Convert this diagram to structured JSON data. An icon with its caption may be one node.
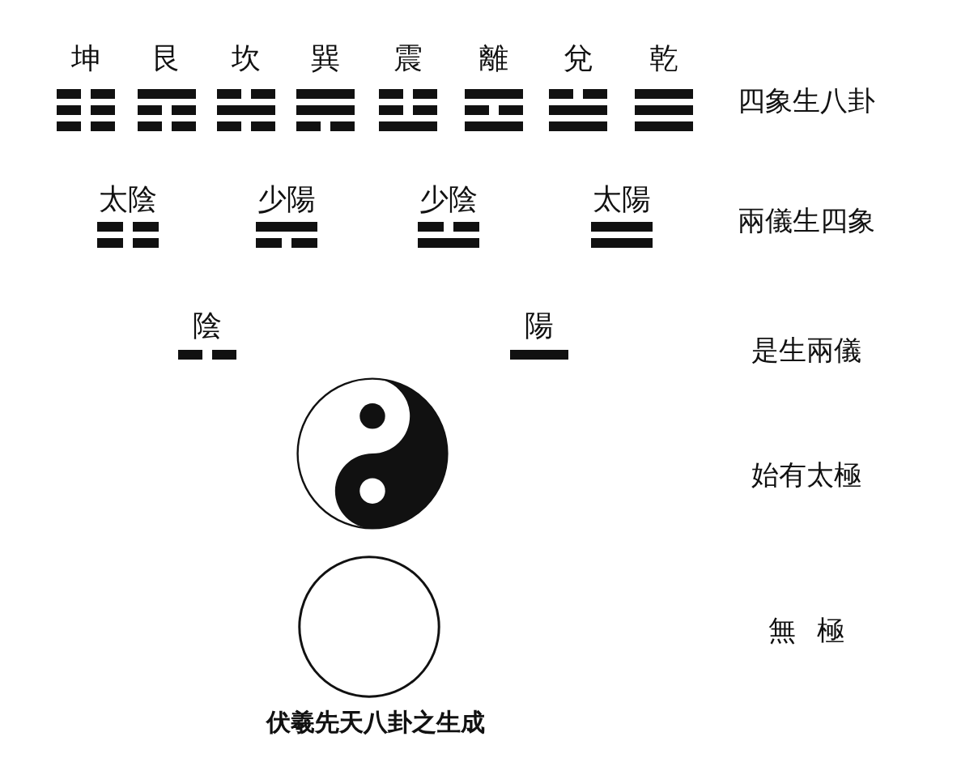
{
  "diagram": {
    "caption": "伏羲先天八卦之生成",
    "nodes": [
      {
        "text": [
          "坤"
        ]
      },
      {
        "text": [
          "艮"
        ]
      },
      {
        "text": [
          "坎"
        ]
      },
      {
        "text": [
          "巽"
        ]
      },
      {
        "text": [
          "震"
        ]
      },
      {
        "text": [
          "離"
        ]
      },
      {
        "text": [
          "兌"
        ]
      },
      {
        "text": [
          "乾"
        ]
      },
      {
        "text": [
          "太陰"
        ]
      },
      {
        "text": [
          "少陽"
        ]
      },
      {
        "text": [
          "少陰"
        ]
      },
      {
        "text": [
          "太陽"
        ]
      },
      {
        "text": [
          "陰"
        ]
      },
      {
        "text": [
          "陽"
        ]
      },
      {
        "text": [],
        "shape": "picture"
      },
      {
        "text": [],
        "shape": "circle"
      }
    ],
    "labels": [
      "四象生八卦",
      "兩儀生四象",
      "是生兩儀",
      "始有太極",
      "無極"
    ]
  }
}
